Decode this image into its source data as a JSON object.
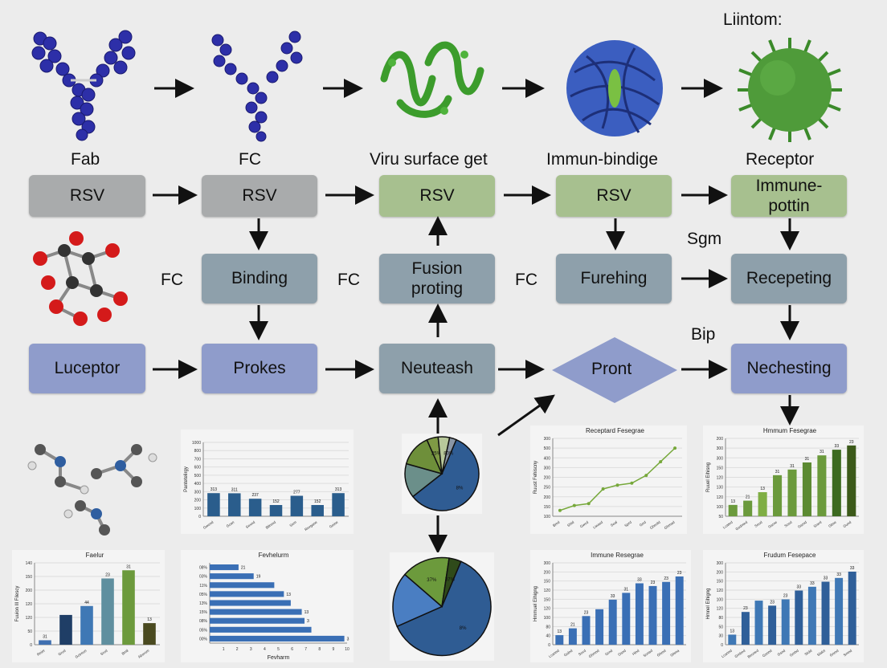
{
  "top_labels": [
    "Fab",
    "FC",
    "Viru surface get",
    "Immun-bindige",
    "Receptor"
  ],
  "corner_label": "Liintom:",
  "row1": [
    "RSV",
    "RSV",
    "RSV",
    "RSV",
    "Immune-pottin"
  ],
  "row2": [
    "Binding",
    "Fusion proting",
    "Furehing",
    "Recepeting"
  ],
  "row2_side_labels": [
    "FC",
    "FC",
    "FC"
  ],
  "row3": [
    "Luceptor",
    "Prokes",
    "Neuteash",
    "Pront",
    "Nechesting"
  ],
  "side_labels": {
    "sgm": "Sgm",
    "bip": "Bip"
  },
  "charts": {
    "c1": {
      "type": "bar",
      "ylabel": "Pantetelirgy",
      "title": "",
      "categories": [
        "Gwond",
        "Gcan",
        "Sexnd",
        "Bilrend",
        "Sem",
        "Revgane",
        "Geine"
      ],
      "values": [
        313,
        311,
        237,
        152,
        277,
        152,
        313
      ],
      "display": [
        "313",
        "311",
        "237",
        "152",
        "277",
        "152",
        "313"
      ],
      "ylim": [
        0,
        1000
      ],
      "yticks": [
        "1000",
        "800",
        "700",
        "600",
        "500",
        "400",
        "300",
        "200",
        "100",
        "0"
      ],
      "colors": [
        "#2a5d8c"
      ]
    },
    "c2": {
      "type": "line",
      "title": "Receptard Fesegrae",
      "ylabel": "Ruust Fehiscny",
      "x": [
        "Bmd",
        "Shtd",
        "Gwcd",
        "Lteasd",
        "Seal",
        "Sprd",
        "Gnd",
        "Ghenld",
        "Ghmad"
      ],
      "values": [
        30,
        55,
        65,
        140,
        160,
        170,
        210,
        280,
        350
      ],
      "ylim": [
        0,
        400
      ],
      "yticks": [
        "300",
        "500",
        "400",
        "300",
        "200",
        "250",
        "200",
        "150",
        "100"
      ],
      "color": "#76a83a"
    },
    "c3": {
      "type": "bar",
      "title": "Hmmum Fesegrae",
      "ylabel": "Ruuel Eihisng",
      "categories": [
        "Lcated",
        "Gsdmed",
        "Seud",
        "Gsrne",
        "Sosd",
        "Gsrnd",
        "Srard",
        "Glme",
        "Gund"
      ],
      "values": [
        8,
        11,
        17,
        29,
        33,
        38,
        43,
        47,
        50
      ],
      "display": [
        "13",
        "21",
        "13",
        "31",
        "31",
        "31",
        "31",
        "33",
        "23"
      ],
      "ylim": [
        0,
        55
      ],
      "yticks": [
        "200",
        "300",
        "300",
        "150",
        "120",
        "130",
        "120",
        "100",
        "50"
      ],
      "colors": [
        "#6b9a3c",
        "#6b9a3c",
        "#7fae44",
        "#6b9a3c",
        "#6b9a3c",
        "#5c8a32",
        "#6b9a3c",
        "#3c6a20",
        "#3c5a1a"
      ]
    },
    "c4": {
      "type": "bar",
      "title": "Faelur",
      "ylabel": "Fuuion Ill Filescy",
      "categories": [
        "Reiet",
        "Grud",
        "Gctreun",
        "Srud",
        "Bmil",
        "Aborom"
      ],
      "values": [
        6,
        40,
        52,
        89,
        100,
        29
      ],
      "display": [
        "31",
        "",
        "44",
        "23",
        "31",
        "13"
      ],
      "ylim": [
        0,
        110
      ],
      "yticks": [
        "140",
        "150",
        "200",
        "120",
        "120",
        "50",
        "0"
      ],
      "colors": [
        "#3f6fb0",
        "#1f3e66",
        "#3f78b5",
        "#5f8f9f",
        "#6c9a3c",
        "#4a4a20"
      ]
    },
    "c5": {
      "type": "hbar",
      "title": "Fevhelurm",
      "xlabel": "Fevharm",
      "categories": [
        "08%",
        "03%",
        "11%",
        "05%",
        "13%",
        "15%",
        "08%",
        "05%",
        "00%"
      ],
      "values": [
        2.1,
        3.2,
        4.7,
        5.4,
        5.9,
        6.7,
        6.9,
        7.4,
        9.8
      ],
      "display": [
        "21",
        "19",
        "",
        "13",
        "",
        "13",
        "3",
        "",
        "3"
      ],
      "xlim": [
        0,
        10
      ],
      "xticks": [
        "1",
        "2",
        "3",
        "4",
        "5",
        "6",
        "7",
        "8",
        "9",
        "10"
      ],
      "color": "#3a6fb5"
    },
    "c6": {
      "type": "bar",
      "title": "Immune Resegrae",
      "ylabel": "Hmmuel Eihigng",
      "categories": [
        "Lcannd",
        "Gslnd",
        "Socd",
        "Ghmnd",
        "Grnd",
        "Gsnd",
        "Hind",
        "Sonad",
        "Ghmd",
        "Ghma"
      ],
      "values": [
        7,
        12,
        21,
        26,
        33,
        38,
        45,
        43,
        46,
        50
      ],
      "display": [
        "13",
        "21",
        "23",
        "",
        "33",
        "31",
        "33",
        "23",
        "23",
        "23"
      ],
      "ylim": [
        0,
        60
      ],
      "yticks": [
        "300",
        "200",
        "150",
        "120",
        "150",
        "120",
        "100",
        "80",
        "40",
        "0"
      ],
      "colors": [
        "#3a6fb5"
      ]
    },
    "c7": {
      "type": "bar",
      "title": "Frudum Fesepace",
      "ylabel": "Hmnel Eihigng",
      "categories": [
        "Lcannd",
        "Gmbed",
        "Beoned",
        "Gsnnd",
        "Gsnd",
        "Gmhd",
        "Slold",
        "Slalot",
        "Gnmd",
        "Smnd"
      ],
      "values": [
        8,
        26,
        35,
        31,
        36,
        43,
        46,
        50,
        53,
        58
      ],
      "display": [
        "13",
        "23",
        "",
        "23",
        "23",
        "33",
        "33",
        "33",
        "33",
        "33"
      ],
      "ylim": [
        0,
        65
      ],
      "yticks": [
        "300",
        "200",
        "150",
        "120",
        "100",
        "120",
        "80",
        "50",
        "30",
        "0"
      ],
      "colors": [
        "#3f78b5",
        "#2f5f99"
      ]
    },
    "pie1": {
      "type": "pie",
      "values": [
        58,
        15,
        14,
        5,
        5,
        3
      ],
      "labels": [
        "8%",
        "",
        "",
        "25%",
        "",
        "80%"
      ],
      "colors": [
        "#2f5c93",
        "#6b8f8a",
        "#6e8f3a",
        "#7f9a45",
        "#b8c89a",
        "#8a96a5"
      ]
    },
    "pie2": {
      "type": "pie",
      "values": [
        62,
        18,
        16,
        4
      ],
      "labels": [
        "8%",
        "",
        "37%",
        "37%"
      ],
      "colors": [
        "#2f5c93",
        "#4a7ec2",
        "#6c9a3c",
        "#2f4a1a"
      ]
    }
  }
}
